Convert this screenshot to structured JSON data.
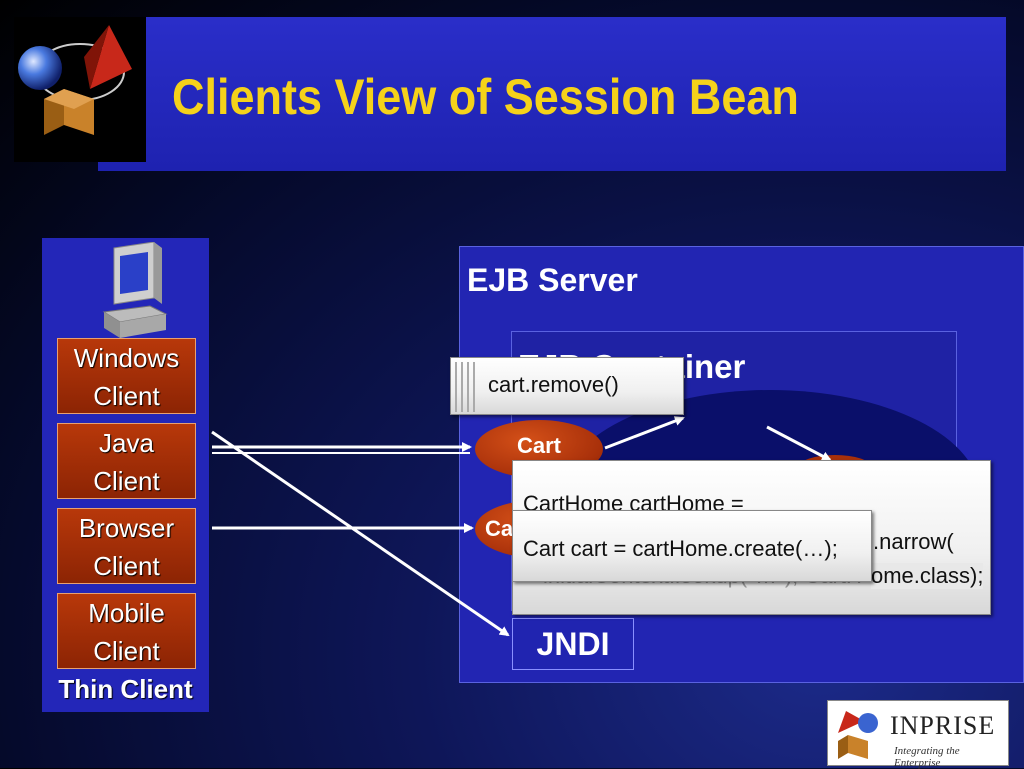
{
  "slide": {
    "title": "Clients View of Session Bean"
  },
  "thin_client": {
    "label": "Thin Client",
    "clients": [
      {
        "line1": "Windows",
        "line2": "Client"
      },
      {
        "line1": "Java",
        "line2": "Client"
      },
      {
        "line1": "Browser",
        "line2": "Client"
      },
      {
        "line1": "Mobile",
        "line2": "Client"
      }
    ]
  },
  "server": {
    "label": "EJB Server",
    "container_label": "EJB Container",
    "cart_label": "Cart",
    "cart_label_partial": "Ca",
    "jndi_label": "JNDI"
  },
  "code": {
    "remove": "cart.remove()",
    "home_line1": "CartHome cartHome =",
    "home_line2": ".narrow(",
    "home_line3": "ome.class);",
    "home_line3_faded": "initialContext.lookup(\"…\"), CartH",
    "create": "Cart cart = cartHome.create(…);"
  },
  "logo": {
    "brand": "INPRISE",
    "tagline": "Integrating the Enterprise"
  },
  "colors": {
    "title": "#f5d21a",
    "band": "#2a2ec9",
    "client_box": "#b8380a",
    "cart_oval": "#a8300a"
  }
}
